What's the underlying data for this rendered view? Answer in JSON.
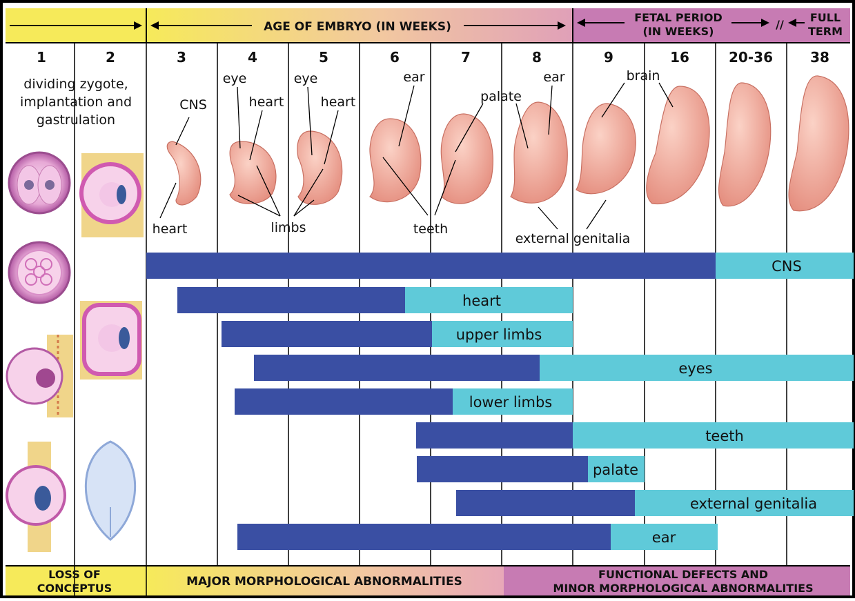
{
  "header": {
    "age_label": "AGE OF EMBRYO (IN WEEKS)",
    "fetal_line1": "FETAL PERIOD",
    "fetal_line2": "(IN WEEKS)",
    "break_mark": "//",
    "full_line1": "FULL",
    "full_line2": "TERM"
  },
  "weeks": [
    "1",
    "2",
    "3",
    "4",
    "5",
    "6",
    "7",
    "8",
    "9",
    "16",
    "20-36",
    "38"
  ],
  "early_text": [
    "dividing zygote,",
    "implantation and",
    "gastrulation"
  ],
  "labels": {
    "cns": "CNS",
    "heart_top_1": "heart",
    "heart_top_2": "heart",
    "eye_1": "eye",
    "eye_2": "eye",
    "ear_1": "ear",
    "ear_2": "ear",
    "palate": "palate",
    "brain": "brain",
    "heart_bottom": "heart",
    "limbs": "limbs",
    "teeth": "teeth",
    "external_genitalia": "external genitalia"
  },
  "bars": [
    {
      "name": "CNS",
      "major_weeks": "3–16",
      "minor_weeks": "16–38"
    },
    {
      "name": "heart",
      "major_weeks": "3–6",
      "minor_weeks": "6–8"
    },
    {
      "name": "upper limbs",
      "major_weeks": "4–7",
      "minor_weeks": "7–8"
    },
    {
      "name": "eyes",
      "major_weeks": "4–8",
      "minor_weeks": "8–38"
    },
    {
      "name": "lower limbs",
      "major_weeks": "4–7",
      "minor_weeks": "7–8"
    },
    {
      "name": "teeth",
      "major_weeks": "6–8",
      "minor_weeks": "8–38"
    },
    {
      "name": "palate",
      "major_weeks": "6–9",
      "minor_weeks": "9–16"
    },
    {
      "name": "external genitalia",
      "major_weeks": "7–9",
      "minor_weeks": "9–38"
    },
    {
      "name": "ear",
      "major_weeks": "4–9",
      "minor_weeks": "9–20"
    }
  ],
  "footer": {
    "loss_line1": "LOSS OF",
    "loss_line2": "CONCEPTUS",
    "major": "MAJOR MORPHOLOGICAL ABNORMALITIES",
    "functional_line1": "FUNCTIONAL DEFECTS AND",
    "functional_line2": "MINOR MORPHOLOGICAL ABNORMALITIES"
  },
  "colors": {
    "major_bar": "#3a4fa3",
    "minor_bar": "#5fcad9",
    "yellow": "#f6ea5a",
    "pink": "#c77bb3",
    "embryo": "#f0a898"
  }
}
